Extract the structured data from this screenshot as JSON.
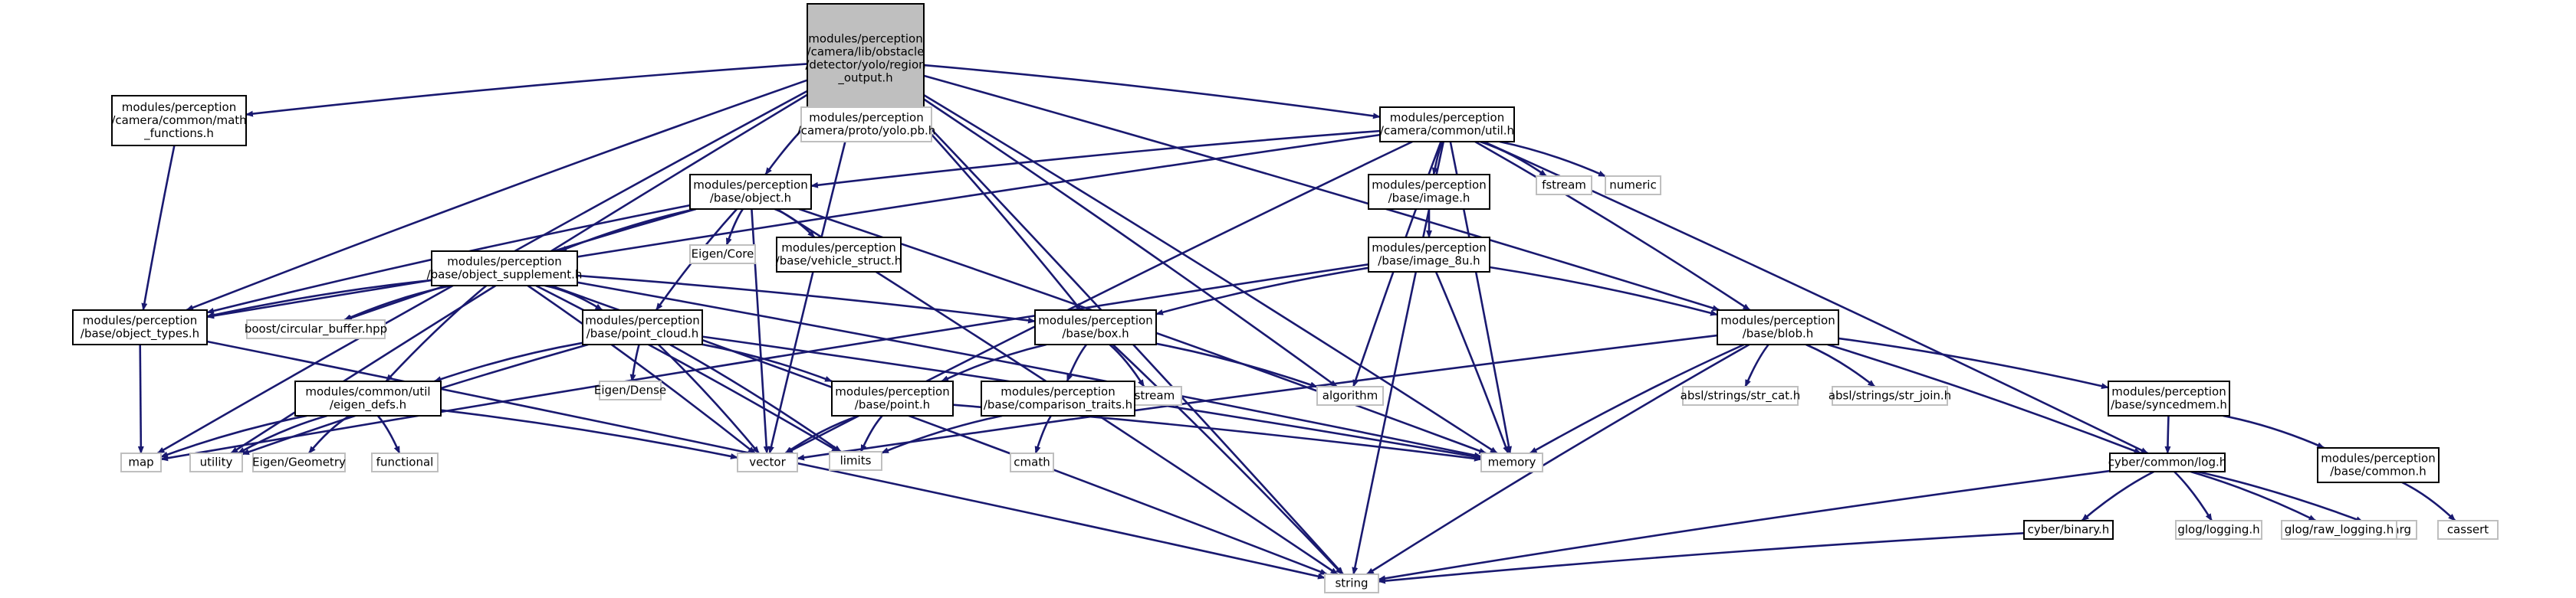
{
  "graph": {
    "nodes": [
      {
        "id": "root",
        "lines": [
          "modules/perception",
          "/camera/lib/obstacle",
          "/detector/yolo/region",
          "_output.h"
        ],
        "kind": "focus"
      },
      {
        "id": "mathfn",
        "lines": [
          "modules/perception",
          "/camera/common/math",
          "_functions.h"
        ],
        "kind": "doc"
      },
      {
        "id": "yolopb",
        "lines": [
          "modules/perception",
          "/camera/proto/yolo.pb.h"
        ],
        "kind": "ext"
      },
      {
        "id": "util",
        "lines": [
          "modules/perception",
          "/camera/common/util.h"
        ],
        "kind": "doc"
      },
      {
        "id": "object",
        "lines": [
          "modules/perception",
          "/base/object.h"
        ],
        "kind": "doc"
      },
      {
        "id": "eigencore",
        "lines": [
          "Eigen/Core"
        ],
        "kind": "ext"
      },
      {
        "id": "vehstruct",
        "lines": [
          "modules/perception",
          "/base/vehicle_struct.h"
        ],
        "kind": "doc"
      },
      {
        "id": "objsupp",
        "lines": [
          "modules/perception",
          "/base/object_supplement.h"
        ],
        "kind": "doc"
      },
      {
        "id": "objtypes",
        "lines": [
          "modules/perception",
          "/base/object_types.h"
        ],
        "kind": "doc"
      },
      {
        "id": "boostcb",
        "lines": [
          "boost/circular_buffer.hpp"
        ],
        "kind": "ext"
      },
      {
        "id": "pcloud",
        "lines": [
          "modules/perception",
          "/base/point_cloud.h"
        ],
        "kind": "doc"
      },
      {
        "id": "eigendense",
        "lines": [
          "Eigen/Dense"
        ],
        "kind": "ext"
      },
      {
        "id": "eigendefs",
        "lines": [
          "modules/common/util",
          "/eigen_defs.h"
        ],
        "kind": "doc"
      },
      {
        "id": "map",
        "lines": [
          "map"
        ],
        "kind": "ext"
      },
      {
        "id": "utility",
        "lines": [
          "utility"
        ],
        "kind": "ext"
      },
      {
        "id": "eigengeo",
        "lines": [
          "Eigen/Geometry"
        ],
        "kind": "ext"
      },
      {
        "id": "functional",
        "lines": [
          "functional"
        ],
        "kind": "ext"
      },
      {
        "id": "vector",
        "lines": [
          "vector"
        ],
        "kind": "ext"
      },
      {
        "id": "limits",
        "lines": [
          "limits"
        ],
        "kind": "ext"
      },
      {
        "id": "point",
        "lines": [
          "modules/perception",
          "/base/point.h"
        ],
        "kind": "doc"
      },
      {
        "id": "box",
        "lines": [
          "modules/perception",
          "/base/box.h"
        ],
        "kind": "doc"
      },
      {
        "id": "sstream",
        "lines": [
          "sstream"
        ],
        "kind": "ext"
      },
      {
        "id": "algorithm",
        "lines": [
          "algorithm"
        ],
        "kind": "ext"
      },
      {
        "id": "comptraits",
        "lines": [
          "modules/perception",
          "/base/comparison_traits.h"
        ],
        "kind": "doc"
      },
      {
        "id": "cmath",
        "lines": [
          "cmath"
        ],
        "kind": "ext"
      },
      {
        "id": "image",
        "lines": [
          "modules/perception",
          "/base/image.h"
        ],
        "kind": "doc"
      },
      {
        "id": "image8u",
        "lines": [
          "modules/perception",
          "/base/image_8u.h"
        ],
        "kind": "doc"
      },
      {
        "id": "fstream",
        "lines": [
          "fstream"
        ],
        "kind": "ext"
      },
      {
        "id": "numeric",
        "lines": [
          "numeric"
        ],
        "kind": "ext"
      },
      {
        "id": "memory",
        "lines": [
          "memory"
        ],
        "kind": "ext"
      },
      {
        "id": "blob",
        "lines": [
          "modules/perception",
          "/base/blob.h"
        ],
        "kind": "doc"
      },
      {
        "id": "strcat",
        "lines": [
          "absl/strings/str_cat.h"
        ],
        "kind": "ext"
      },
      {
        "id": "strjoin",
        "lines": [
          "absl/strings/str_join.h"
        ],
        "kind": "ext"
      },
      {
        "id": "syncedmem",
        "lines": [
          "modules/perception",
          "/base/syncedmem.h"
        ],
        "kind": "doc"
      },
      {
        "id": "log",
        "lines": [
          "cyber/common/log.h"
        ],
        "kind": "doc"
      },
      {
        "id": "common",
        "lines": [
          "modules/perception",
          "/base/common.h"
        ],
        "kind": "doc"
      },
      {
        "id": "cassert",
        "lines": [
          "cassert"
        ],
        "kind": "ext"
      },
      {
        "id": "cstdarg",
        "lines": [
          "cstdarg"
        ],
        "kind": "ext"
      },
      {
        "id": "rawlog",
        "lines": [
          "glog/raw_logging.h"
        ],
        "kind": "ext"
      },
      {
        "id": "glog",
        "lines": [
          "glog/logging.h"
        ],
        "kind": "ext"
      },
      {
        "id": "binary",
        "lines": [
          "cyber/binary.h"
        ],
        "kind": "doc"
      },
      {
        "id": "string",
        "lines": [
          "string"
        ],
        "kind": "ext"
      }
    ]
  }
}
